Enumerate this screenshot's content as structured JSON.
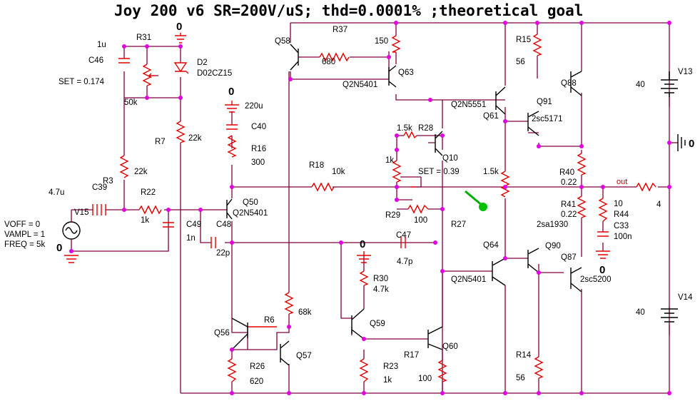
{
  "title": "Joy 200 v6  SR=200V/uS; thd=0.0001% ;theoretical goal",
  "labels": {
    "gnd_zero": "0",
    "c46_value": "1u",
    "c46_name": "C46",
    "r31_name": "R31",
    "set_r31": "SET = 0.174",
    "d2_name": "D2",
    "d2_part": "D02CZ15",
    "r31_value": "50k",
    "r7_name": "R7",
    "r7_value": "22k",
    "r3_value": "22k",
    "r3_name": "R3",
    "c39_value": "4.7u",
    "c39_name": "C39",
    "r22_name": "R22",
    "r22_value": "1k",
    "v15_name": "V15",
    "voff": "VOFF = 0",
    "vampl": "VAMPL = 1",
    "freq": "FREQ = 5k",
    "c49_name": "C49",
    "c49_value": "1n",
    "c48_name": "C48",
    "c48_value": "22p",
    "c40_value": "220u",
    "c40_name": "C40",
    "r16_name": "R16",
    "r16_value": "300",
    "q50_name": "Q50",
    "q50_part": "Q2N5401",
    "r18_name": "R18",
    "r18_value": "10k",
    "q58_name": "Q58",
    "r37_name": "R37",
    "r37_value": "680",
    "r150_value": "150",
    "q63_name": "Q63",
    "q63_part": "Q2N5401",
    "r28_value": "1.5k",
    "r28_name": "R28",
    "pot_value": "1k",
    "q10_name": "Q10",
    "set_q10": "SET = 0.39",
    "r29_name": "R29",
    "r29_value": "100",
    "r27_name": "R27",
    "c47_name": "C47",
    "c47_value": "4.7p",
    "r30_name": "R30",
    "r30_value": "4.7k",
    "q59_name": "Q59",
    "q61_part": "Q2N5551",
    "q61_name": "Q61",
    "r_1_5k": "1.5k",
    "r15_name": "R15",
    "r15_value": "56",
    "q88_name": "Q88",
    "q91_name": "Q91",
    "q91_part": "2sc5171",
    "r40_name": "R40",
    "r40_value": "0.22",
    "out_net": "out",
    "r_out_value": "4",
    "r41_name": "R41",
    "r41_value": "0.22",
    "r44_value": "10",
    "r44_name": "R44",
    "c33_name": "C33",
    "c33_value": "100n",
    "q90_part": "2sa1930",
    "q90_name": "Q90",
    "q64_name": "Q64",
    "q87_name": "Q87",
    "q87_part": "2sc5200",
    "q64_part": "Q2N5401",
    "v13_value": "40",
    "v13_name": "V13",
    "v14_name": "V14",
    "v14_value": "40",
    "r68k_value": "68k",
    "q56_name": "Q56",
    "r6_name": "R6",
    "q57_name": "Q57",
    "r26_name": "R26",
    "r26_value": "620",
    "r23_name": "R23",
    "r23_value": "1k",
    "r17_name": "R17",
    "r17_value": "100",
    "q60_name": "Q60",
    "r14_name": "R14",
    "r14_value": "56"
  },
  "colors": {
    "wire": "#800040",
    "component": "#e40000",
    "junction": "#e000e0",
    "probe": "#00c000",
    "net_label": "#c00000"
  }
}
